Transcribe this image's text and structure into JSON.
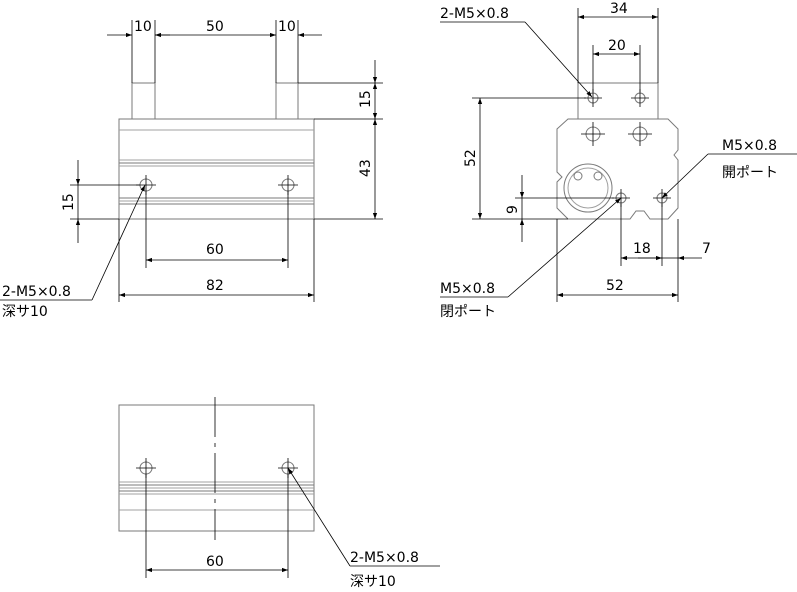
{
  "front_view": {
    "dim_top_left": "10",
    "dim_top_mid": "50",
    "dim_top_right": "10",
    "dim_right_upper": "15",
    "dim_right_lower": "43",
    "dim_left": "15",
    "dim_hole_pitch": "60",
    "dim_width": "82",
    "callout_line1": "2-M5×0.8",
    "callout_line2": "深サ10"
  },
  "side_view": {
    "callout_top": "2-M5×0.8",
    "dim_34": "34",
    "dim_20": "20",
    "dim_52_left": "52",
    "dim_9": "9",
    "dim_18": "18",
    "dim_7": "7",
    "dim_52_bottom": "52",
    "port_open_spec": "M5×0.8",
    "port_open_label": "開ポート",
    "port_close_spec": "M5×0.8",
    "port_close_label": "閉ポート"
  },
  "bottom_view": {
    "dim_hole_pitch": "60",
    "callout_line1": "2-M5×0.8",
    "callout_line2": "深サ10"
  }
}
